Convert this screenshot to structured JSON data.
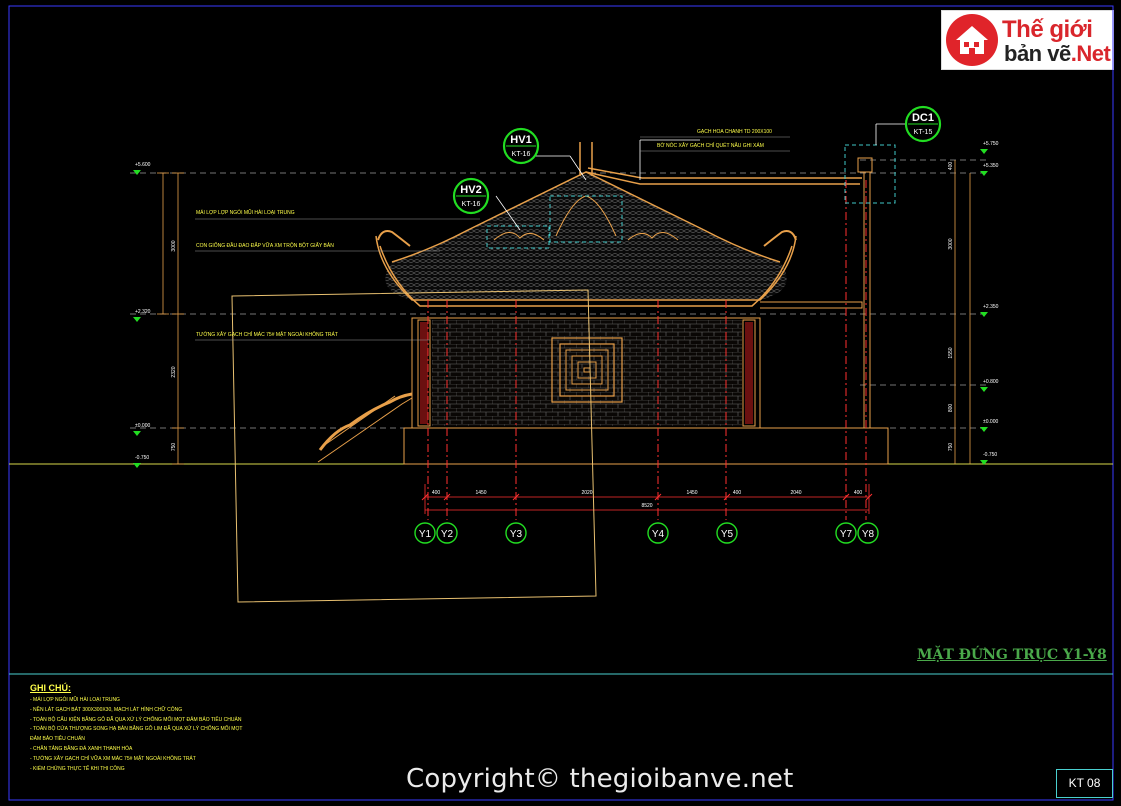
{
  "brand": {
    "line1": "Thế giới",
    "line2_a": "bản vẽ",
    "line2_b": ".Net"
  },
  "watermark": "Copyright© thegioibanve.net",
  "sheet_code": "KT 08",
  "view_title": "MẶT ĐỨNG TRỤC Y1-Y8",
  "callouts": [
    {
      "id": "HV1",
      "ref": "KT-16"
    },
    {
      "id": "HV2",
      "ref": "KT-16"
    },
    {
      "id": "DC1",
      "ref": "KT-15"
    }
  ],
  "axes": [
    "Y1",
    "Y2",
    "Y3",
    "Y4",
    "Y5",
    "Y7",
    "Y8"
  ],
  "dimensions_segments": [
    "400",
    "1450",
    "2020",
    "1450",
    "400",
    "2040",
    "400"
  ],
  "dimension_total": "8520",
  "levels_left": [
    "+5.600",
    "+2.320",
    "±0.000",
    "-0.750"
  ],
  "levels_right": [
    "+5.750",
    "+5.350",
    "+2.350",
    "+0.800",
    "±0.000",
    "-0.750"
  ],
  "dim_left_vertical": [
    "3000",
    "2320",
    "750"
  ],
  "dim_right_vertical": [
    "400",
    "3000",
    "1550",
    "800",
    "750"
  ],
  "labels": {
    "top1": "GẠCH HOA CHANH TD 200X100",
    "top2": "BỜ NÓC XÂY GẠCH CHỈ QUÉT NÂU GHI XÁM",
    "left1": "MÁI LỢP LỢP NGÓI MŨI HÀI LOẠI TRUNG",
    "left2": "CON GIỐNG ĐẦU ĐAO ĐẮP VỮA XM TRỘN BỘT GIẤY BẢN",
    "left3": "TƯỜNG XÂY GẠCH CHỈ MÁC 75# MẶT NGOÀI KHÔNG TRÁT"
  },
  "notes": {
    "heading": "GHI CHÚ:",
    "items": [
      "- MÁI LỢP NGÓI MŨI HÀI LOẠI TRUNG",
      "- NỀN LÁT GẠCH BÁT 300X300X30, MẠCH LÁT HÌNH CHỮ CÔNG",
      "- TOÀN BỘ CẤU KIỆN BẰNG GỖ ĐÃ QUA XỬ LÝ CHỐNG MỐI MỌT ĐẢM BẢO TIÊU CHUẨN",
      "- TOÀN BỘ CỬA THƯỢNG SONG HẠ BẢN BẰNG GỖ LIM ĐÃ QUA XỬ LÝ CHỐNG MỐI MỌT",
      "  ĐẢM BẢO TIÊU CHUẨN",
      "- CHÂN TẢNG BẰNG ĐÁ XANH THANH HÓA",
      "- TƯỜNG XÂY GẠCH CHỈ VỮA XM MÁC 75# MẶT NGOÀI KHÔNG TRÁT",
      "- KIỂM CHỨNG THỰC TẾ KHI THI CÔNG"
    ]
  },
  "colors": {
    "background": "#000000",
    "frame": "#3a3aff",
    "orange": "#e8a04a",
    "red": "#ff3030",
    "green": "#22dd22",
    "cyan": "#40c8c8",
    "yellow": "#ffff4a"
  }
}
